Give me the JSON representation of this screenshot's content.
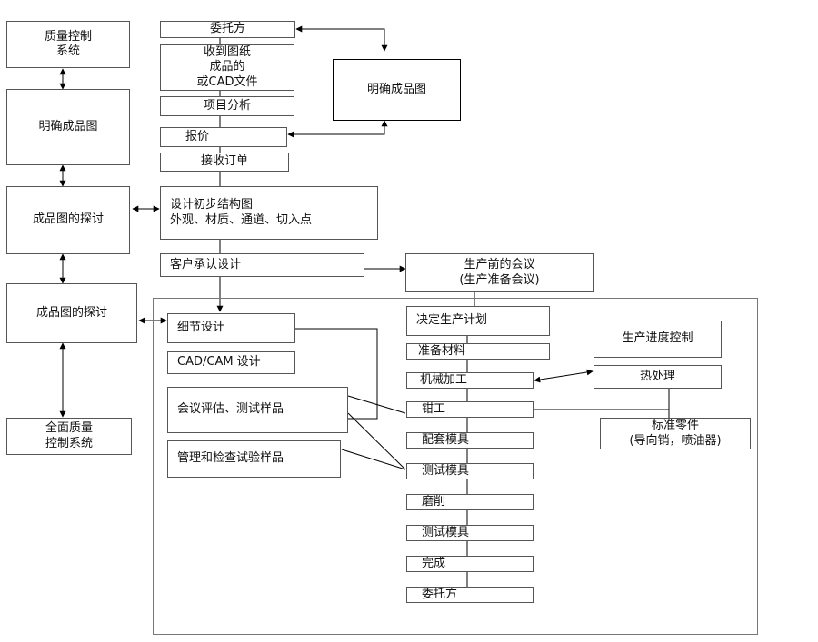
{
  "left_column": {
    "qc_system": [
      "质量控制",
      "系统"
    ],
    "clear_drawing": "明确成品图",
    "discuss_1": "成品图的探讨",
    "discuss_2": "成品图的探讨",
    "full_qc": [
      "全面质量",
      "控制系统"
    ]
  },
  "center_top": {
    "client": "委托方",
    "receive_docs": [
      "收到图纸",
      "成品的",
      "或CAD文件"
    ],
    "project_analysis": "项目分析",
    "quote": "报价",
    "accept_order": "接收订单",
    "preliminary_design": [
      "设计初步结构图",
      "外观、材质、通道、切入点"
    ],
    "client_approval": "客户承认设计",
    "clear_drawing_right": "明确成品图"
  },
  "pre_production": [
    "生产前的会议",
    "(生产准备会议)"
  ],
  "design_group": {
    "detail_design": "细节设计",
    "cad_cam": "CAD/CAM 设计",
    "review_test": "会议评估、测试样品",
    "manage_inspect": "管理和检查试验样品"
  },
  "production_chain": [
    "决定生产计划",
    "准备材料",
    "机械加工",
    "钳工",
    "配套模具",
    "测试模具",
    "磨削",
    "测试模具",
    "完成",
    "委托方"
  ],
  "right_group": {
    "progress_control": "生产进度控制",
    "heat_treatment": "热处理",
    "standard_parts": [
      "标准零件",
      "(导向销，喷油器)"
    ]
  }
}
